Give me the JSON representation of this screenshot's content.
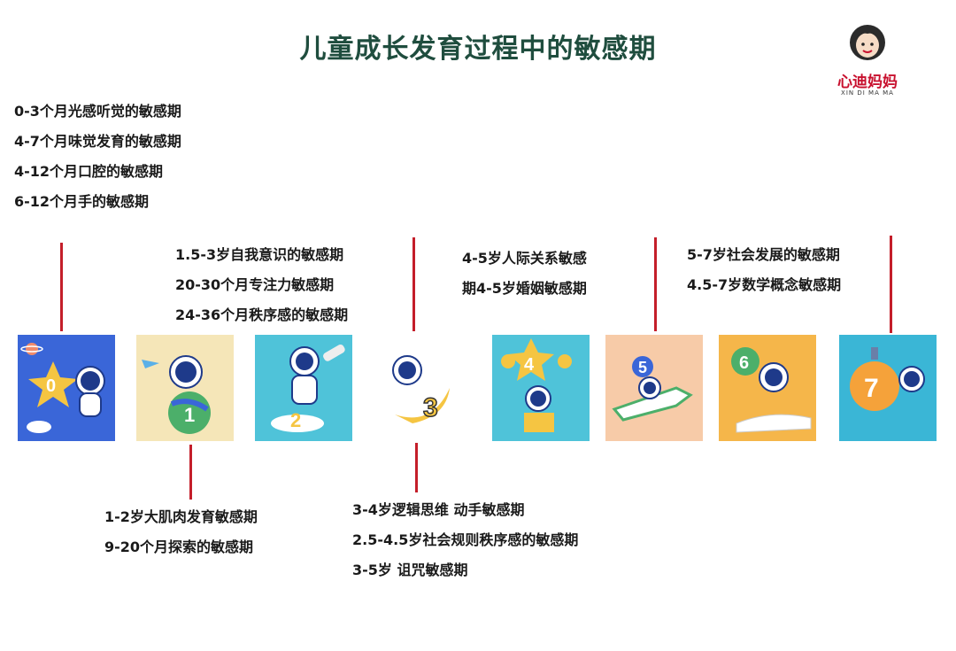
{
  "title": "儿童成长发育过程中的敏感期",
  "logo": {
    "name": "心迪妈妈",
    "sub": "XIN DI MA MA"
  },
  "top_left_list": [
    "0-3个月光感听觉的敏感期",
    "4-7个月味觉发育的敏感期",
    "4-12个月口腔的敏感期",
    "6-12个月手的敏感期"
  ],
  "group_a": [
    "1.5-3岁自我意识的敏感期",
    "20-30个月专注力敏感期",
    "24-36个月秩序感的敏感期"
  ],
  "group_b": [
    "4-5岁人际关系敏感",
    "期4-5岁婚姻敏感期"
  ],
  "group_c": [
    "5-7岁社会发展的敏感期",
    "4.5-7岁数学概念敏感期"
  ],
  "group_d": [
    "1-2岁大肌肉发育敏感期",
    "9-20个月探索的敏感期"
  ],
  "group_e": [
    "3-4岁逻辑思维 动手敏感期",
    "2.5-4.5岁社会规则秩序感的敏感期",
    "3-5岁 诅咒敏感期"
  ],
  "tiles": [
    {
      "number": "0",
      "bg": "#3a66d8"
    },
    {
      "number": "1",
      "bg": "#f5e6b8"
    },
    {
      "number": "2",
      "bg": "#4fc3d9"
    },
    {
      "number": "3",
      "bg": "#ffffff"
    },
    {
      "number": "4",
      "bg": "#4fc3d9"
    },
    {
      "number": "5",
      "bg": "#f7cba8"
    },
    {
      "number": "6",
      "bg": "#f5b64a"
    },
    {
      "number": "7",
      "bg": "#3ab6d6"
    }
  ],
  "colors": {
    "line": "#c41e2a",
    "title": "#1f4d3e",
    "logo": "#c8102e"
  }
}
